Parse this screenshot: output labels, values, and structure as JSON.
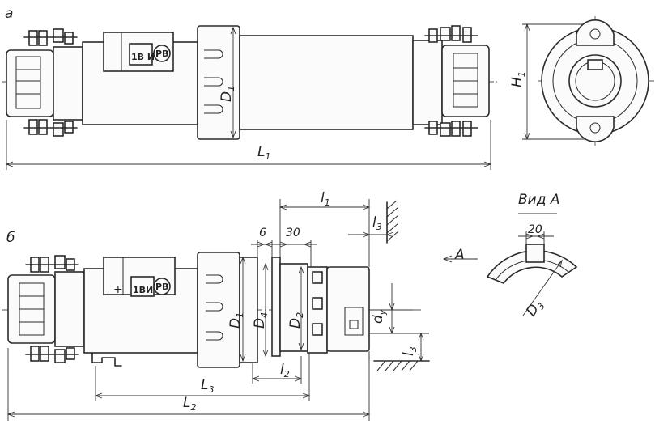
{
  "view_a_marker": "a",
  "view_b_marker": "б",
  "view_a": {
    "nameplate_top": "РВ",
    "nameplate_bottom": "1В И",
    "dim_D1": {
      "main": "D",
      "sub": "1"
    },
    "dim_L1": {
      "main": "L",
      "sub": "1"
    },
    "dim_H1": {
      "main": "H",
      "sub": "1"
    }
  },
  "view_b": {
    "nameplate_top": "РВ",
    "nameplate_bottom": "1ВИ",
    "dim_l1": {
      "main": "l",
      "sub": "1"
    },
    "dim_l3_top": {
      "main": "l",
      "sub": "3"
    },
    "dim_6": "6",
    "dim_30": "30",
    "dim_D1": {
      "main": "D",
      "sub": "1"
    },
    "dim_D4": {
      "main": "D",
      "sub": "4"
    },
    "dim_D2": {
      "main": "D",
      "sub": "2"
    },
    "dim_dy": {
      "main": "d",
      "sub": "y"
    },
    "dim_l2": {
      "main": "l",
      "sub": "2"
    },
    "dim_l3_bottom": {
      "main": "l",
      "sub": "3"
    },
    "dim_L3": {
      "main": "L",
      "sub": "3"
    },
    "dim_L2": {
      "main": "L",
      "sub": "2"
    }
  },
  "view_a_detail": {
    "title": "Вид А",
    "arrow_label": "A",
    "dim_20": "20",
    "dim_D3": {
      "main": "D",
      "sub": "3"
    }
  }
}
